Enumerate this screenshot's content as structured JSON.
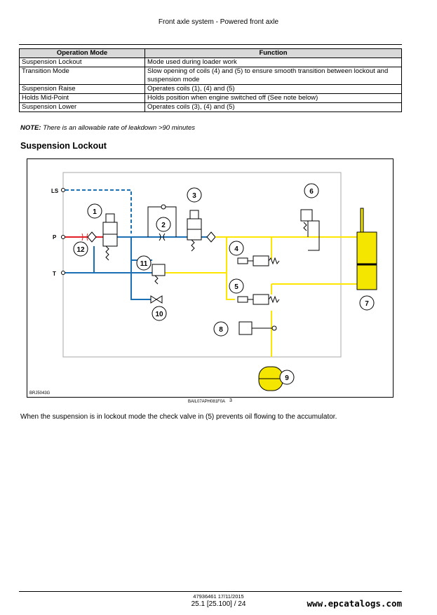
{
  "header": {
    "title": "Front axle system - Powered front axle"
  },
  "table": {
    "headers": [
      "Operation Mode",
      "Function"
    ],
    "rows": [
      {
        "mode": "Suspension Lockout",
        "function": "Mode used during loader work"
      },
      {
        "mode": "Transition Mode",
        "function": "Slow opening of coils (4) and (5) to ensure smooth transition between lockout and suspension mode"
      },
      {
        "mode": "Suspension Raise",
        "function": "Operates coils (1), (4) and (5)"
      },
      {
        "mode": "Holds Mid-Point",
        "function": "Holds position when engine switched off (See note below)"
      },
      {
        "mode": "Suspension Lower",
        "function": "Operates coils (3), (4) and (5)"
      }
    ]
  },
  "note": {
    "label": "NOTE:",
    "text": "There is an allowable rate of leakdown >90 minutes"
  },
  "section_title": "Suspension Lockout",
  "figure": {
    "port_labels": {
      "ls": "LS",
      "p": "P",
      "t": "T"
    },
    "callouts": [
      "1",
      "2",
      "3",
      "4",
      "5",
      "6",
      "7",
      "8",
      "9",
      "10",
      "11",
      "12"
    ],
    "ref_code": "BRJ5043G",
    "caption_code": "BAIL07APH081F0A",
    "caption_number": "3",
    "colors": {
      "pressure": "#e31e24",
      "tank": "#1b6fb5",
      "lockout": "#ffe600",
      "cylinder": "#f5e600"
    }
  },
  "body_text": "When the suspension is in lockout mode the check valve in (5) prevents oil flowing to the accumulator.",
  "footer": {
    "doc": "47936461 17/11/2015",
    "page": "25.1 [25.100] / 24",
    "watermark": "www.epcatalogs.com"
  }
}
